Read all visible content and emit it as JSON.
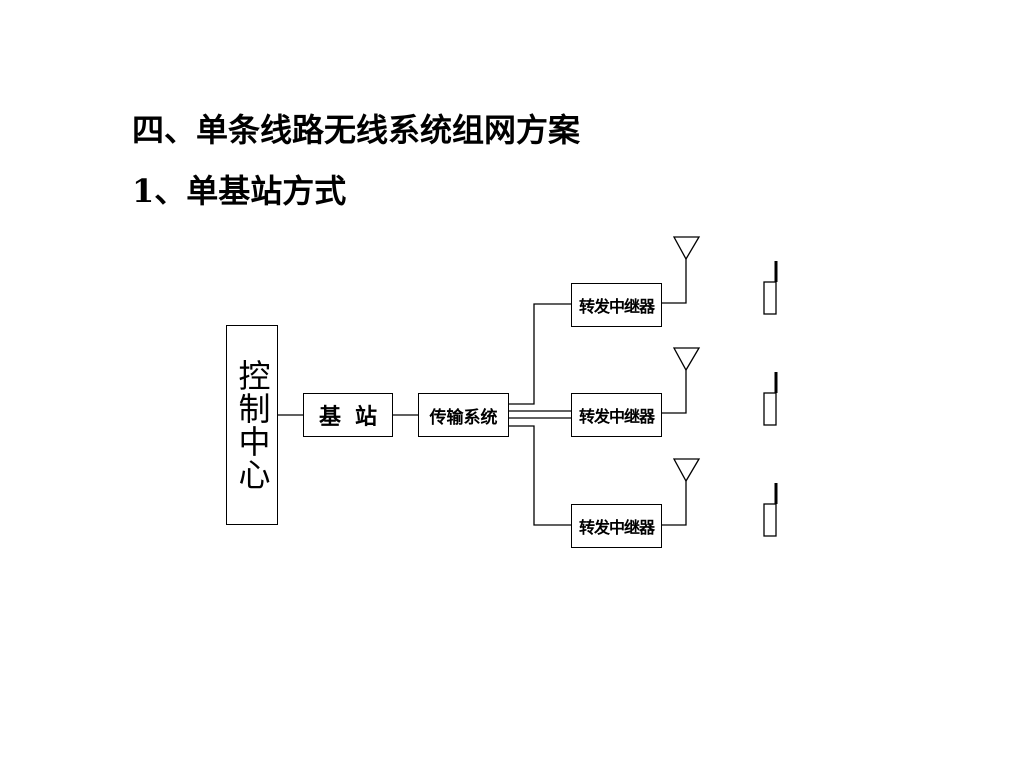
{
  "title": "四、单条线路无线系统组网方案",
  "subtitle": "1、单基站方式",
  "diagram": {
    "control_center": "控制中心",
    "base_station": "基站",
    "transmission_system": "传输系统",
    "relays": [
      {
        "label": "转发中继器"
      },
      {
        "label": "转发中继器"
      },
      {
        "label": "转发中继器"
      }
    ]
  }
}
